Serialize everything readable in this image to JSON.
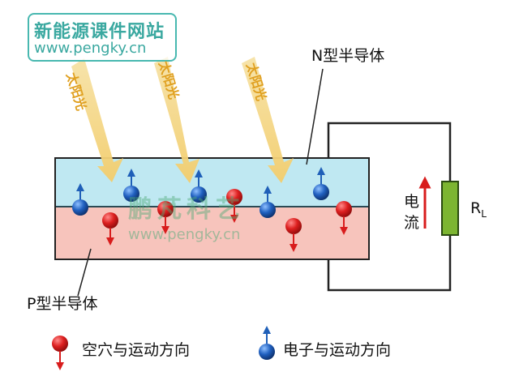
{
  "watermark": {
    "site_name": "新能源课件网站",
    "url": "www.pengky.cn",
    "center_text": "鹏芃科艺",
    "center_url": "www.pengky.cn"
  },
  "sunlight_label": "太阳光",
  "n_type_label": "N型半导体",
  "p_type_label": "P型半导体",
  "current_label": "电流",
  "resistor_label": "R",
  "resistor_sub": "L",
  "legend": {
    "hole": "空穴与运动方向",
    "electron": "电子与运动方向"
  },
  "colors": {
    "n_layer": "#bfe8f2",
    "p_layer": "#f7c4bc",
    "hole": "#d81c1c",
    "electron": "#1f5fb8",
    "resistor": "#7cb531",
    "sunbeam": "#f3d37a"
  }
}
